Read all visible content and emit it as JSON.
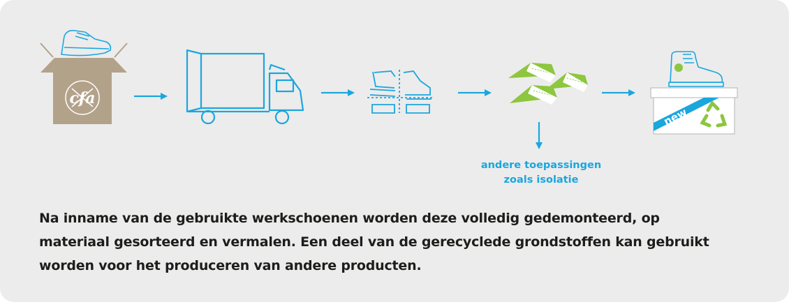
{
  "diagram": {
    "steps": [
      {
        "icon": "shoe-in-box-icon",
        "logo_text": "cfa"
      },
      {
        "icon": "delivery-truck-icon"
      },
      {
        "icon": "dismantled-shoe-icon"
      },
      {
        "icon": "ground-material-icon"
      },
      {
        "icon": "new-shoe-box-icon",
        "box_label": "new"
      }
    ],
    "branch_label_line1": "andere toepassingen",
    "branch_label_line2": "zoals isolatie",
    "colors": {
      "accent_blue": "#1aa6de",
      "accent_green": "#8dc63f",
      "box_brown": "#b3a28a",
      "text_dark": "#1d1d1b"
    }
  },
  "caption": {
    "line1": "Na inname van de gebruikte werkschoenen worden deze volledig gedemonteerd, op",
    "line2": "materiaal gesorteerd en vermalen. Een deel van de gerecyclede grondstoffen kan gebruikt",
    "line3": "worden voor het produceren van andere producten."
  }
}
